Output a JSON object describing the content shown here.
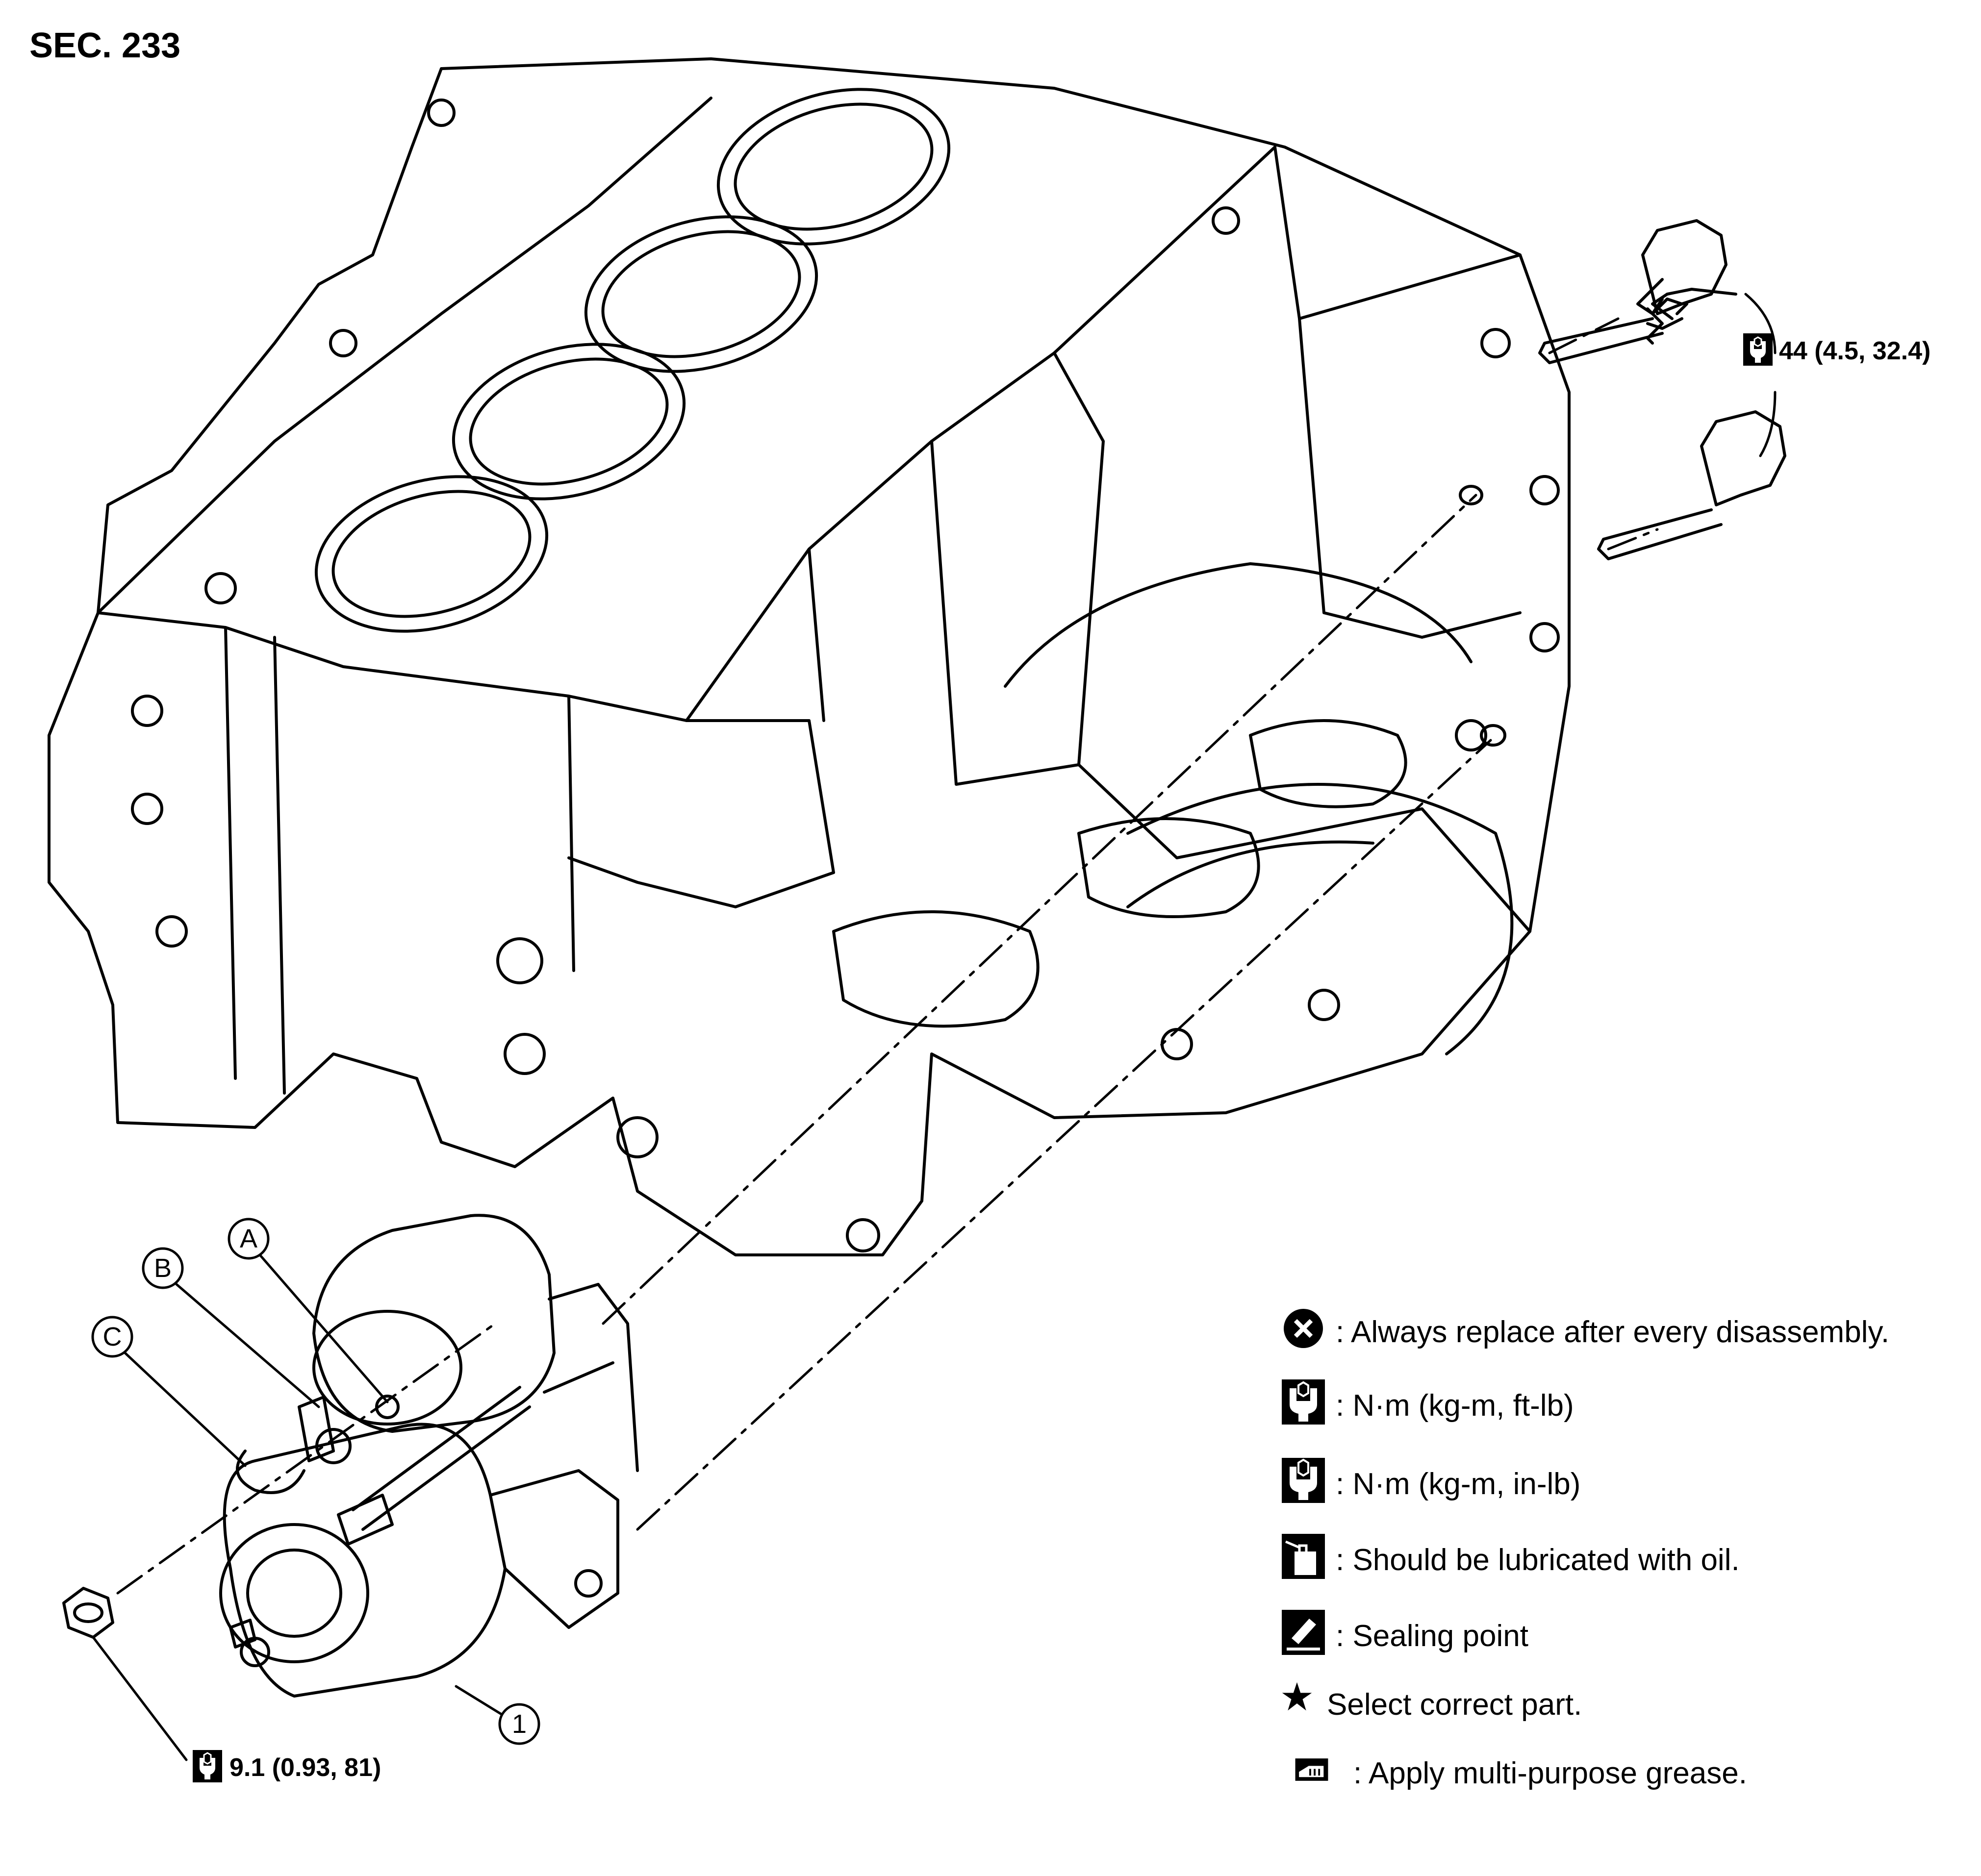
{
  "header": {
    "section": "SEC. 233"
  },
  "callouts": {
    "A": "A",
    "B": "B",
    "C": "C",
    "part1": "1"
  },
  "torque_specs": {
    "bolts": "44 (4.5, 32.4)",
    "nut": "9.1 (0.93, 81)"
  },
  "legend": [
    {
      "icon": "replace-after-disassembly-icon",
      "text": ": Always replace after every disassembly."
    },
    {
      "icon": "torque-ft-lb-icon",
      "text": ": N·m (kg-m, ft-lb)"
    },
    {
      "icon": "torque-in-lb-icon",
      "text": ": N·m (kg-m, in-lb)"
    },
    {
      "icon": "oil-can-icon",
      "text": ": Should be lubricated with oil."
    },
    {
      "icon": "sealing-point-icon",
      "text": ": Sealing point"
    },
    {
      "icon": "star-icon",
      "text": "Select correct part."
    },
    {
      "icon": "grease-icon",
      "text": ": Apply multi-purpose grease."
    }
  ],
  "colors": {
    "ink": "#000000",
    "paper": "#ffffff"
  }
}
